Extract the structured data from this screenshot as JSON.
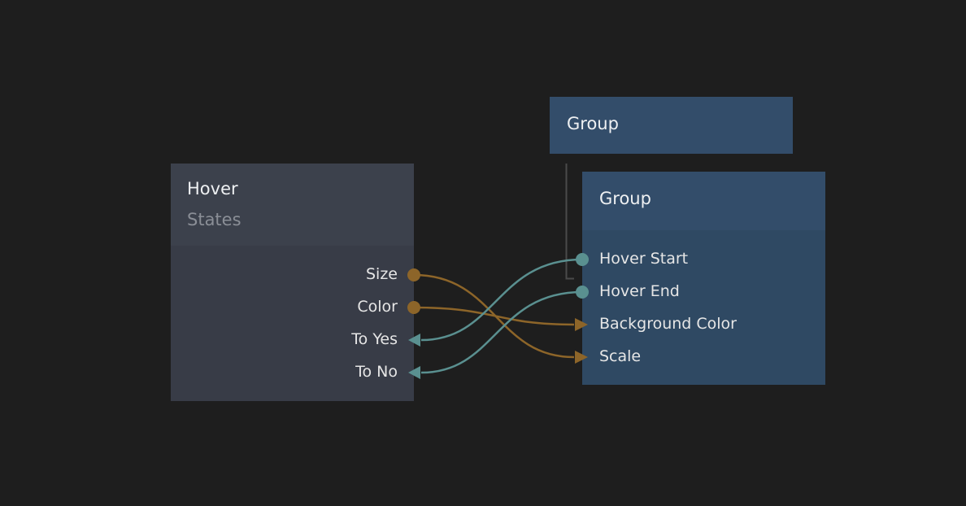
{
  "nodes": {
    "hover": {
      "title": "Hover",
      "subtitle": "States",
      "ports": [
        "Size",
        "Color",
        "To Yes",
        "To No"
      ]
    },
    "group_parent": {
      "title": "Group"
    },
    "group_child": {
      "title": "Group",
      "ports": [
        "Hover Start",
        "Hover End",
        "Background Color",
        "Scale"
      ]
    }
  },
  "connections": [
    {
      "from": "Hover.Size",
      "to": "Group.Scale",
      "type": "value"
    },
    {
      "from": "Hover.Color",
      "to": "Group.Background Color",
      "type": "value"
    },
    {
      "from": "Group.Hover Start",
      "to": "Hover.To Yes",
      "type": "signal"
    },
    {
      "from": "Group.Hover End",
      "to": "Hover.To No",
      "type": "signal"
    }
  ],
  "colors": {
    "value": "#8d6529",
    "signal": "#5a9090",
    "hover_node": "#383c47",
    "group_node": "#2f4963"
  }
}
